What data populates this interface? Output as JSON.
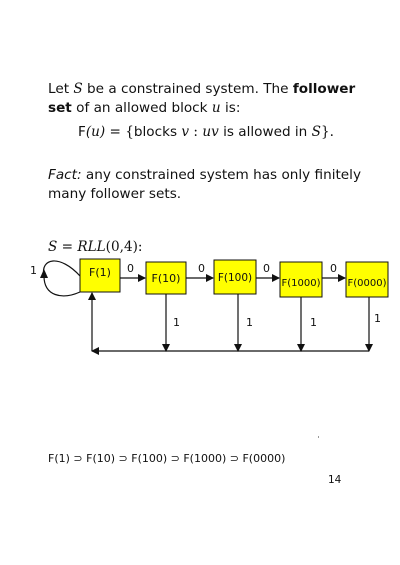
{
  "paragraph1": {
    "line1_lead": "Let",
    "line1_var": "S",
    "line1_mid": "be a constrained system. The",
    "line1_bold": "follower",
    "line2_bold": "set",
    "line2_mid": "of an allowed block",
    "line2_var": "u",
    "line2_tail": "is:"
  },
  "definition": {
    "lhs_func": "F",
    "lhs_arg": "(u)",
    "eq_open": "= {",
    "blocks_word": "blocks",
    "var_v": "v",
    "colon": ":",
    "var_uv": "uv",
    "allowed_text": "is allowed in",
    "var_S": "S",
    "close": "}."
  },
  "fact": {
    "label": "Fact:",
    "line1_rest": "any constrained system has only finitely",
    "line2": "many follower sets."
  },
  "system_def": {
    "var_S": "S",
    "eq": "=",
    "rll": "RLL",
    "params": "(0,4):"
  },
  "diagram": {
    "node_fill": "#ffff00",
    "nodes": [
      "F(1)",
      "F(10)",
      "F(100)",
      "F(1000)",
      "F(0000)"
    ],
    "transitions_0": [
      "0",
      "0",
      "0",
      "0"
    ],
    "transitions_1": [
      "1",
      "1",
      "1",
      "1"
    ],
    "self_loop_label": "1"
  },
  "chain": "F(1) ⊃ F(10) ⊃ F(100) ⊃ F(1000) ⊃ F(0000)",
  "page_number": "14"
}
